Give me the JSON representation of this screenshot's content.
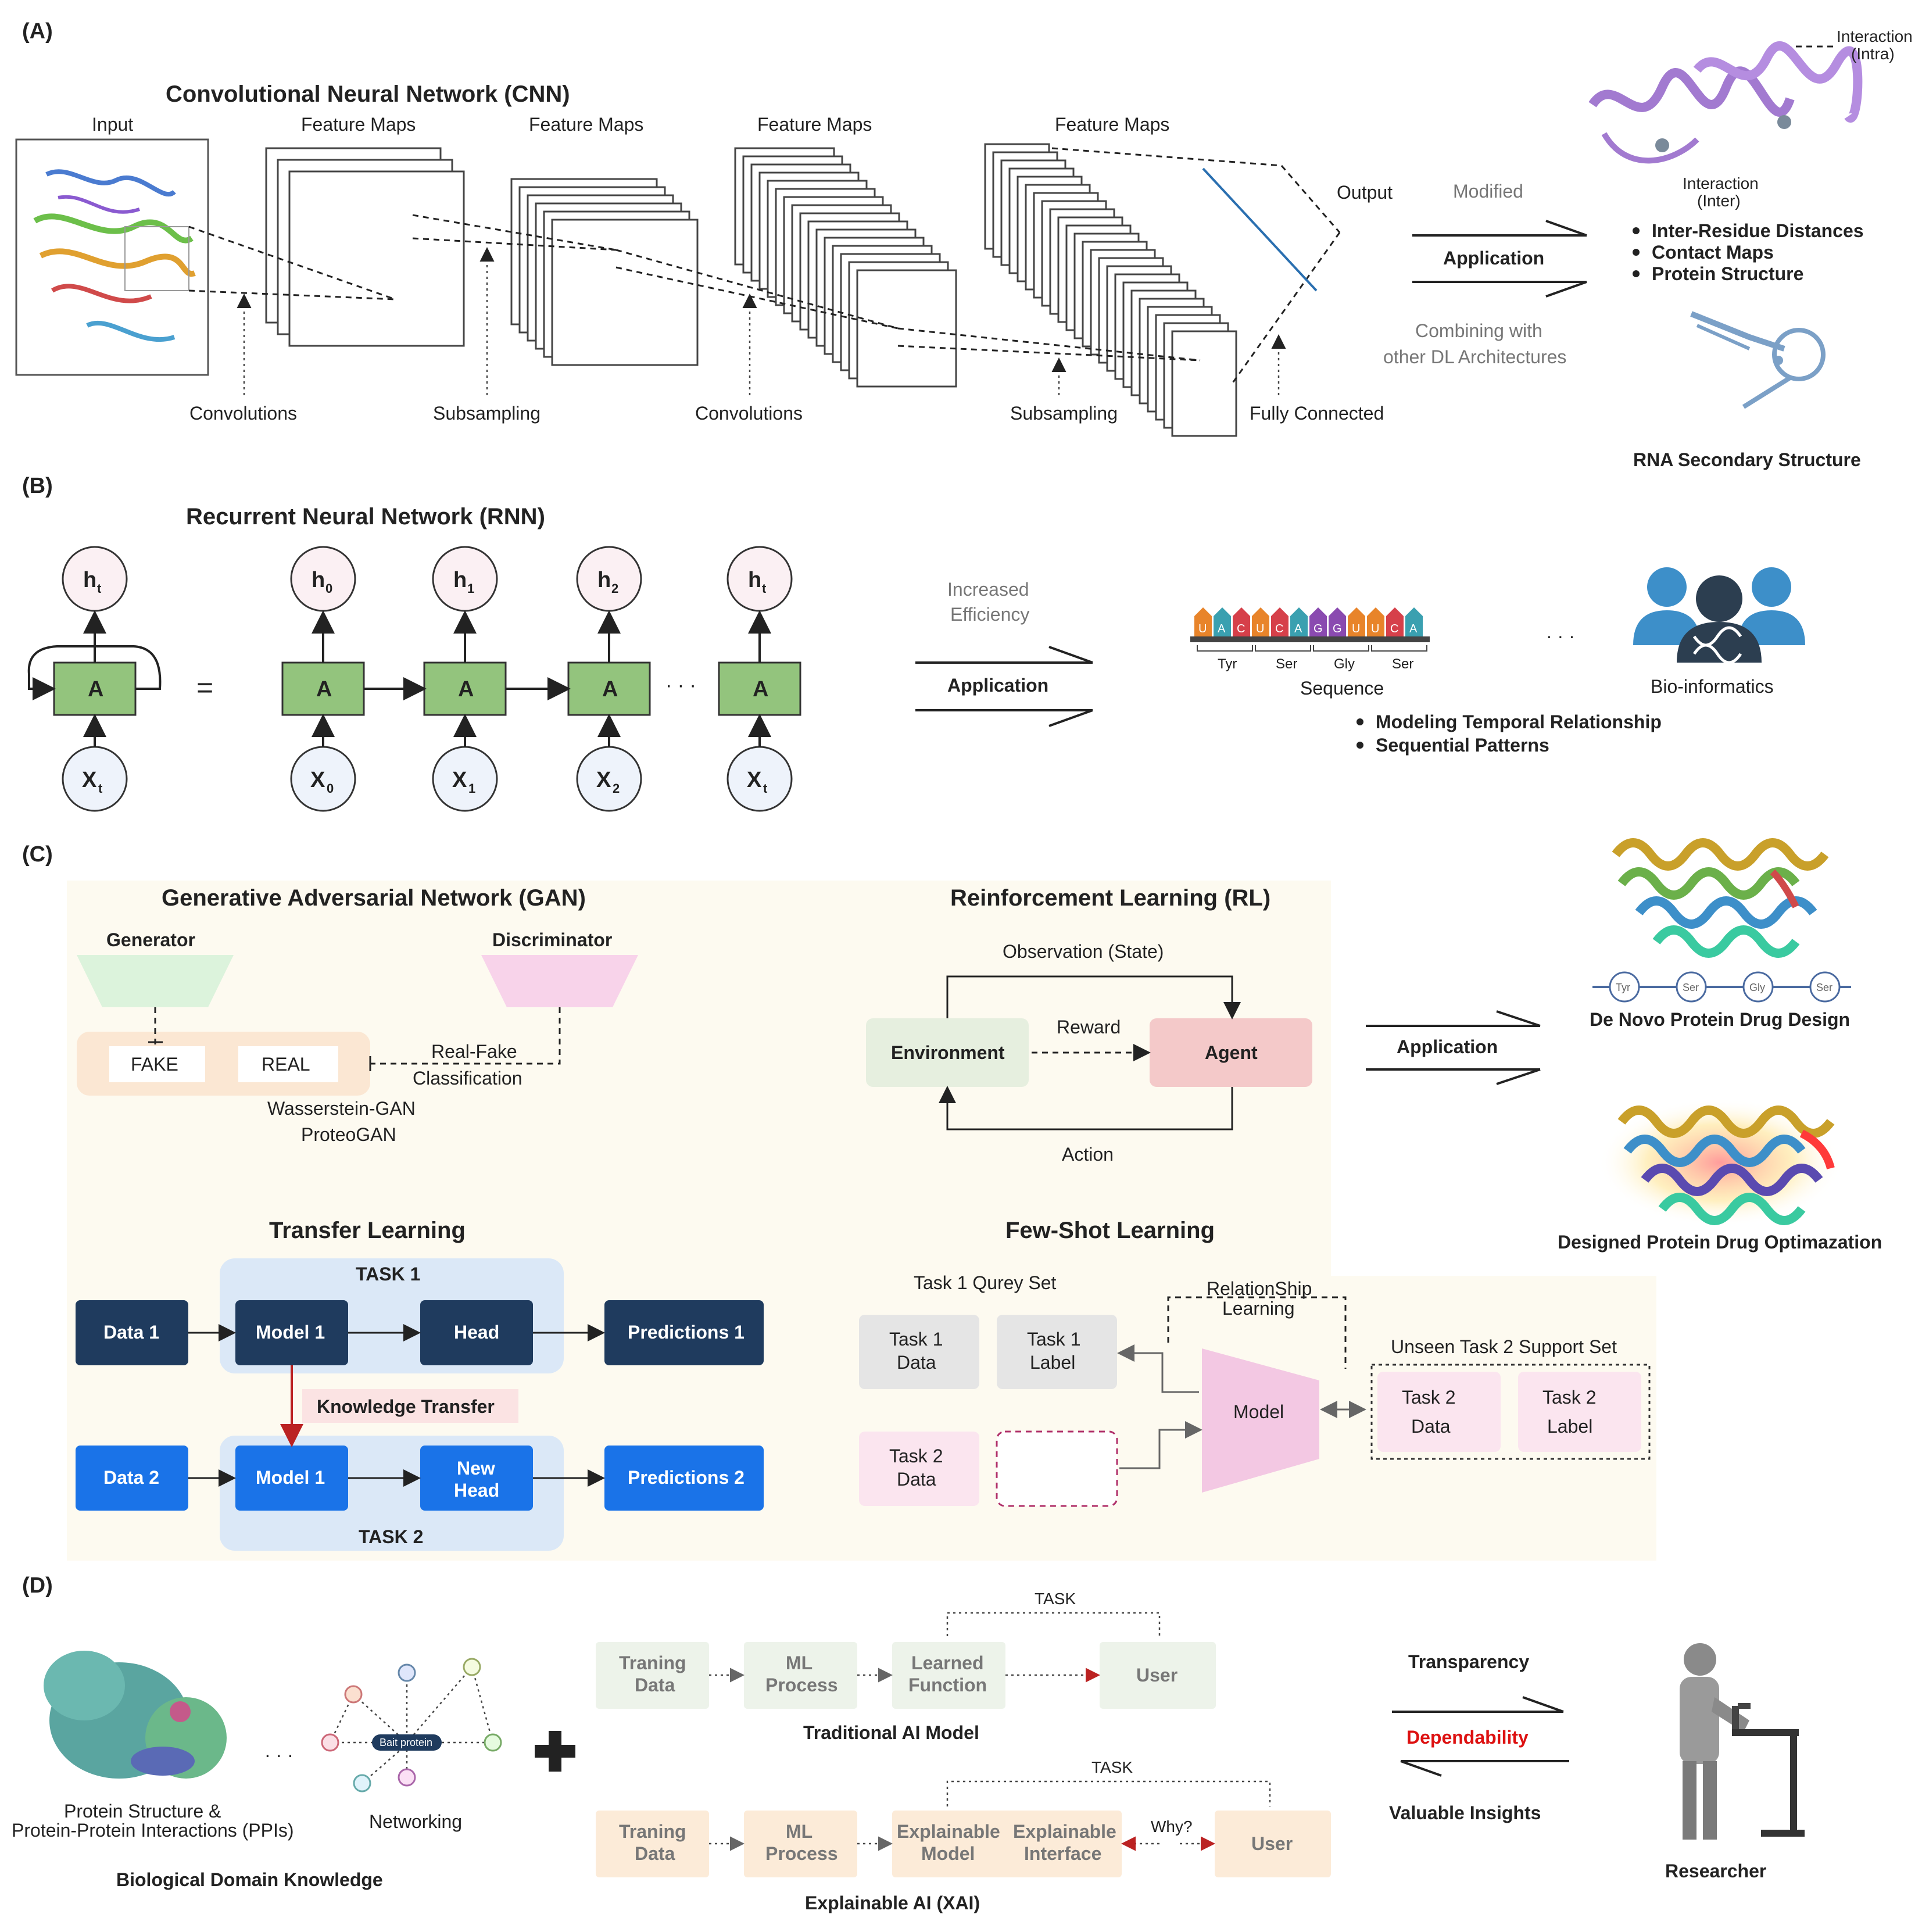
{
  "panels": {
    "a": "(A)",
    "b": "(B)",
    "c": "(C)",
    "d": "(D)"
  },
  "cnn": {
    "title": "Convolutional Neural Network (CNN)",
    "input": "Input",
    "feature_maps": [
      "Feature Maps",
      "Feature Maps",
      "Feature Maps",
      "Feature Maps"
    ],
    "bottom": [
      "Convolutions",
      "Subsampling",
      "Convolutions",
      "Subsampling",
      "Fully Connected"
    ],
    "output": "Output",
    "modified": "Modified",
    "application": "Application",
    "combining": [
      "Combining with",
      "other DL Architectures"
    ],
    "interaction_intra": [
      "Interaction",
      "(Intra)"
    ],
    "interaction_inter": [
      "Interaction",
      "(Inter)"
    ],
    "bullets": [
      "Inter-Residue Distances",
      "Contact Maps",
      "Protein  Structure"
    ],
    "rna": "RNA Secondary Structure"
  },
  "rnn": {
    "title": "Recurrent Neural Network (RNN)",
    "cell": "A",
    "eq": "=",
    "ellipsis": "· · ·",
    "h_top": [
      "h",
      "h",
      "h",
      "h",
      "h"
    ],
    "h_sub": [
      "t",
      "0",
      "1",
      "2",
      "t"
    ],
    "x_sub": [
      "t",
      "0",
      "1",
      "2",
      "t"
    ],
    "x": "X",
    "increased": [
      "Increased",
      "Efficiency"
    ],
    "application": "Application",
    "seq_letters": [
      "U",
      "A",
      "C",
      "U",
      "C",
      "A",
      "G",
      "G",
      "U",
      "U",
      "C",
      "A"
    ],
    "amino": [
      "Tyr",
      "Ser",
      "Gly",
      "Ser"
    ],
    "sequence": "Sequence",
    "bioinformatics": "Bio-informatics",
    "bullets": [
      "Modeling Temporal Relationship",
      "Sequential Patterns"
    ]
  },
  "gan": {
    "title": "Generative Adversarial Network (GAN)",
    "generator": "Generator",
    "discriminator": "Discriminator",
    "fake": "FAKE",
    "real": "REAL",
    "classification": [
      "Real-Fake",
      "Classification"
    ],
    "variants": [
      "Wasserstein-GAN",
      "ProteoGAN"
    ]
  },
  "rl": {
    "title": "Reinforcement Learning (RL)",
    "observation": "Observation (State)",
    "reward": "Reward",
    "environment": "Environment",
    "agent": "Agent",
    "action": "Action"
  },
  "c_right": {
    "application": "Application",
    "residues": [
      "Tyr",
      "Ser",
      "Gly",
      "Ser"
    ],
    "de_novo": "De Novo Protein Drug Design",
    "optimization": "Designed Protein Drug Optimazation"
  },
  "transfer": {
    "title": "Transfer Learning",
    "task1": "TASK 1",
    "task2": "TASK 2",
    "data1": "Data 1",
    "model1": "Model 1",
    "head": "Head",
    "pred1": "Predictions 1",
    "knowledge": "Knowledge Transfer",
    "data2": "Data 2",
    "model1b": "Model 1",
    "new_head": [
      "New",
      "Head"
    ],
    "pred2": "Predictions 2"
  },
  "fewshot": {
    "title": "Few-Shot Learning",
    "query": "Task 1 Qurey Set",
    "t1data": [
      "Task 1",
      "Data"
    ],
    "t1label": [
      "Task 1",
      "Label"
    ],
    "t2data": [
      "Task 2",
      "Data"
    ],
    "relationship": [
      "RelationShip",
      "Learning"
    ],
    "model": "Model",
    "unseen": "Unseen Task 2 Support Set",
    "t2data_big": [
      "Task 2",
      "Data"
    ],
    "t2label_big": [
      "Task 2",
      "Label"
    ]
  },
  "xai": {
    "protein": [
      "Protein Structure &",
      "Protein-Protein Interactions (PPIs)"
    ],
    "ellipsis": "· · ·",
    "bait": "Bait protein",
    "networking": "Networking",
    "bio_knowledge": "Biological Domain Knowledge",
    "task": "TASK",
    "trad": [
      "Traning",
      "Data"
    ],
    "ml": [
      "ML",
      "Process"
    ],
    "learned": [
      "Learned",
      "Function"
    ],
    "user": "User",
    "trad_title": "Traditional AI Model",
    "exp_data": [
      "Traning",
      "Data"
    ],
    "exp_ml": [
      "ML",
      "Process"
    ],
    "exp_model": [
      "Explainable",
      "Model"
    ],
    "exp_interface": [
      "Explainable",
      "Interface"
    ],
    "why": "Why?",
    "exp_user": "User",
    "xai_title": "Explainable AI (XAI)",
    "transparency": "Transparency",
    "dependability": "Dependability",
    "insights": "Valuable Insights",
    "researcher": "Researcher"
  }
}
